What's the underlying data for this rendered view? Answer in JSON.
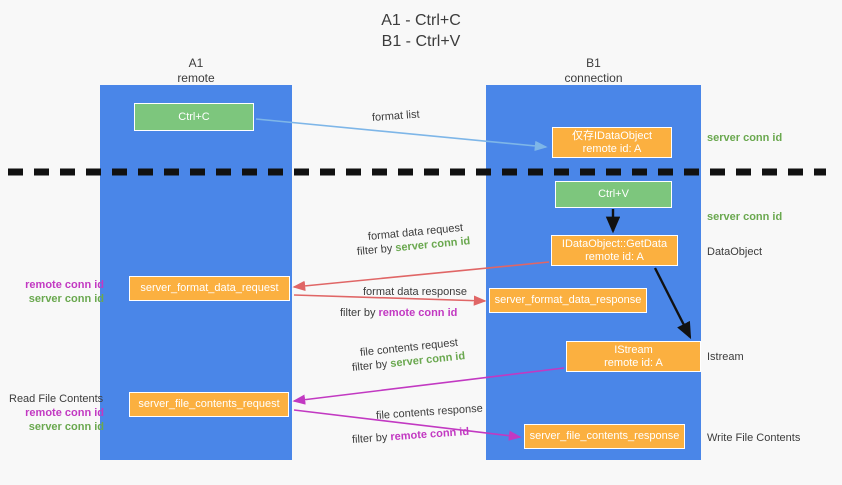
{
  "title": {
    "line1": "A1 - Ctrl+C",
    "line2": "B1 - Ctrl+V"
  },
  "lanes": [
    {
      "name": "A1",
      "sub": "remote"
    },
    {
      "name": "B1",
      "sub": "connection"
    }
  ],
  "nodes": {
    "ctrl_c": {
      "line1": "Ctrl+C"
    },
    "idataobject": {
      "line1": "仅存IDataObject",
      "line2": "remote id: A"
    },
    "ctrl_v": {
      "line1": "Ctrl+V"
    },
    "getdata": {
      "line1": "IDataObject::GetData",
      "line2": "remote id: A"
    },
    "format_data_request": {
      "line1": "server_format_data_request"
    },
    "format_data_response": {
      "line1": "server_format_data_response"
    },
    "istream": {
      "line1": "IStream",
      "line2": "remote id: A"
    },
    "file_contents_request": {
      "line1": "server_file_contents_request"
    },
    "file_contents_response": {
      "line1": "server_file_contents_response"
    }
  },
  "annotations": {
    "format_list": "format list",
    "format_data_request": "format data request",
    "format_data_response": "format data response",
    "file_contents_request": "file contents request",
    "file_contents_response": "file contents response",
    "filter_by": "filter by ",
    "server_conn_id": "server conn id",
    "remote_conn_id": "remote conn id",
    "data_object": "DataObject",
    "istream": "Istream",
    "write_file_contents": "Write File Contents",
    "read_file_contents": "Read File Contents"
  },
  "colors": {
    "lane": "#4a86e8",
    "green_node": "#7dc67d",
    "orange_node": "#fbb040",
    "server_conn": "#6aa84f",
    "remote_conn": "#c239c2",
    "arrow_blue": "#7eb6e8",
    "arrow_red": "#e06666",
    "arrow_magenta": "#c239c2",
    "arrow_black": "#111111",
    "background": "#f8f8f8"
  }
}
